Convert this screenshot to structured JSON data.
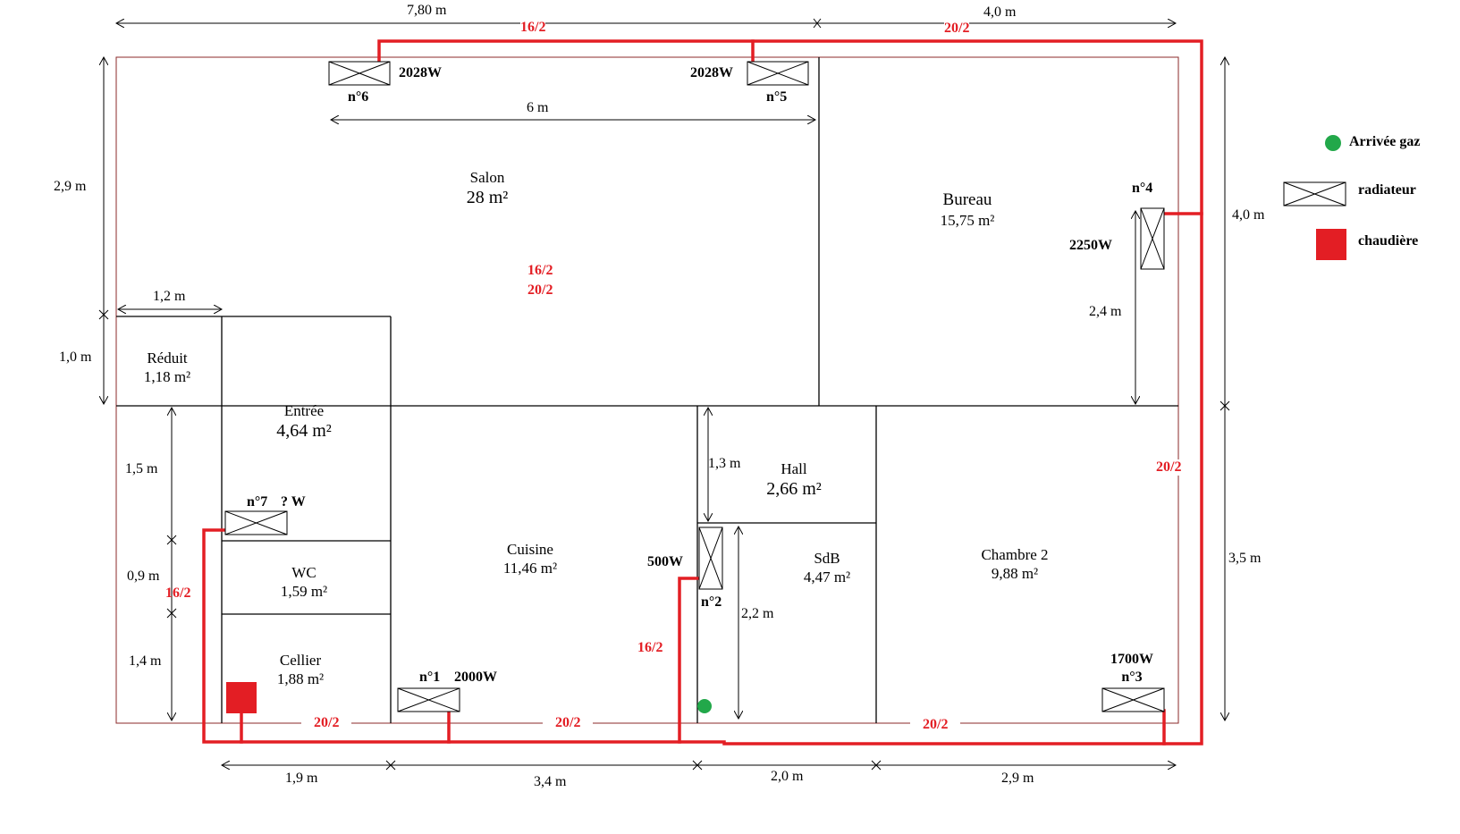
{
  "title": "Plan de chauffage",
  "colors": {
    "pipe": "#e31e24",
    "boiler": "#e31e24",
    "gas": "#22a84a",
    "wall": "#000000",
    "outer_wall": "#8b2a2a"
  },
  "rooms": [
    {
      "name": "Salon",
      "area": "28 m²"
    },
    {
      "name": "Bureau",
      "area": "15,75 m²"
    },
    {
      "name": "Réduit",
      "area": "1,18 m²"
    },
    {
      "name": "Entrée",
      "area": "4,64 m²"
    },
    {
      "name": "WC",
      "area": "1,59 m²"
    },
    {
      "name": "Cellier",
      "area": "1,88 m²"
    },
    {
      "name": "Cuisine",
      "area": "11,46 m²"
    },
    {
      "name": "Hall",
      "area": "2,66 m²"
    },
    {
      "name": "SdB",
      "area": "4,47 m²"
    },
    {
      "name": "Chambre 2",
      "area": "9,88 m²"
    }
  ],
  "radiators": [
    {
      "id": "n°1",
      "power": "2000W"
    },
    {
      "id": "n°2",
      "power": "500W"
    },
    {
      "id": "n°3",
      "power": "1700W"
    },
    {
      "id": "n°4",
      "power": "2250W"
    },
    {
      "id": "n°5",
      "power": "2028W"
    },
    {
      "id": "n°6",
      "power": "2028W"
    },
    {
      "id": "n°7",
      "power": "? W"
    }
  ],
  "dimensions": {
    "top_left": "7,80 m",
    "top_right": "4,0 m",
    "salon_inner": "6 m",
    "left_salon": "2,9 m",
    "left_reduit": "1,0 m",
    "reduit_width": "1,2 m",
    "entree_height": "1,5 m",
    "wc_height": "0,9 m",
    "cellier_height": "1,4 m",
    "hall_height": "1,3 m",
    "sdb_height": "2,2 m",
    "bureau_rad_height": "2,4 m",
    "right_top": "4,0 m",
    "right_bottom": "3,5 m",
    "bottom_1": "1,9 m",
    "bottom_2": "3,4 m",
    "bottom_3": "2,0 m",
    "bottom_4": "2,9 m"
  },
  "pipe_labels": {
    "top_left": "16/2",
    "top_right": "20/2",
    "salon_1": "16/2",
    "salon_2": "20/2",
    "right": "20/2",
    "left": "16/2",
    "kitchen": "16/2",
    "bottom_1": "20/2",
    "bottom_2": "20/2",
    "bottom_3": "20/2"
  },
  "legend": {
    "gas": "Arrivée gaz",
    "radiator": "radiateur",
    "boiler": "chaudière"
  }
}
